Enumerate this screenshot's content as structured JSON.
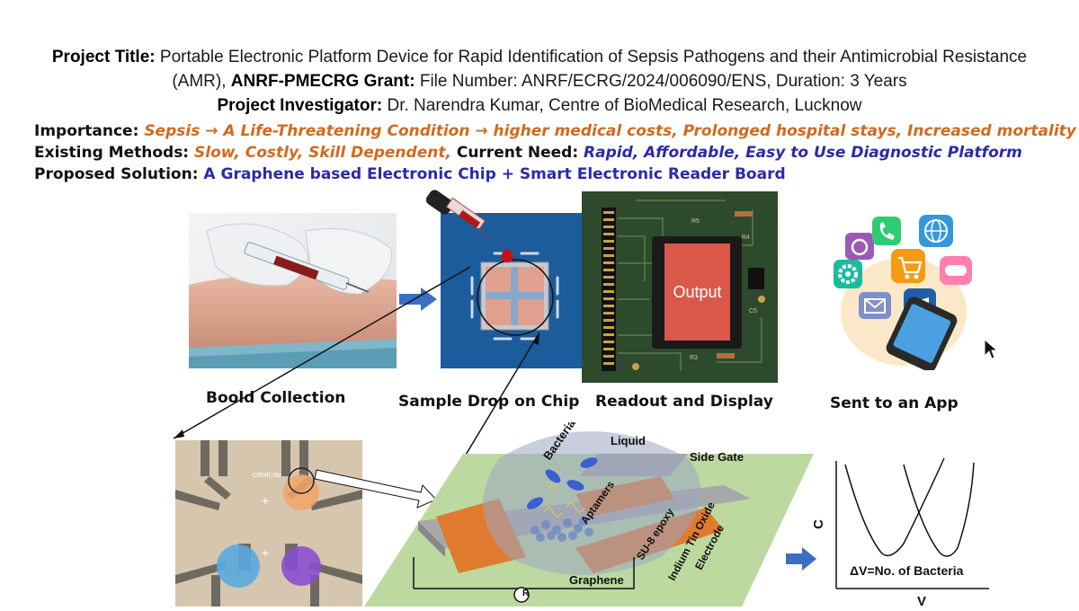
{
  "title_block": {
    "project_title_label": "Project Title:",
    "project_title_text": "Portable Electronic Platform Device for Rapid Identification of Sepsis Pathogens and their Antimicrobial Resistance",
    "amr_text": "(AMR),",
    "grant_label": "ANRF-PMECRG Grant:",
    "grant_text": "File Number: ANRF/ECRG/2024/006090/ENS, Duration: 3 Years",
    "investigator_label": "Project Investigator:",
    "investigator_text": "Dr. Narendra Kumar, Centre of BioMedical Research, Lucknow"
  },
  "info": {
    "importance_label": "Importance:",
    "importance_text": "Sepsis → A Life-Threatening Condition → higher medical costs, Prolonged hospital stays, Increased mortality",
    "existing_label": "Existing Methods:",
    "existing_text": "Slow, Costly, Skill Dependent,",
    "current_label": "Current Need:",
    "current_text": "Rapid, Affordable, Easy to Use Diagnostic Platform",
    "proposed_label": "Proposed Solution:",
    "proposed_text": "A Graphene based Electronic Chip + Smart Electronic Reader Board"
  },
  "captions": {
    "blood": "Boold Collection",
    "sample": "Sample Drop on Chip",
    "readout": "Readout and Display",
    "app": "Sent to an App"
  },
  "board": {
    "output_label": "Output",
    "silk": [
      "R5",
      "R4",
      "R3",
      "C5"
    ]
  },
  "chip_label": "CBMR,Nb",
  "device_labels": {
    "liquid": "Liquid",
    "bacteria": "Bacteria",
    "side_gate": "Side Gate",
    "aptamers": "Aptamers",
    "su8": "SU-8 epoxy",
    "ito": "Indium Tin Oxide",
    "electrode": "Electrode",
    "graphene": "Graphene",
    "resistor": "R"
  },
  "graph": {
    "ylabel": "C",
    "annotation": "ΔV=No. of Bacteria",
    "xlabel": "V"
  },
  "colors": {
    "orange": "#d2691e",
    "blue": "#2a2aa8",
    "arrow_blue": "#3a6fc4",
    "pcb_green": "#2f4a2a",
    "output_red": "#d9584a"
  },
  "icons": [
    "camera-icon",
    "phone-icon",
    "globe-icon",
    "gear-icon",
    "cart-icon",
    "gamepad-icon",
    "mail-icon",
    "book-icon",
    "smartphone-icon",
    "cursor-icon"
  ]
}
